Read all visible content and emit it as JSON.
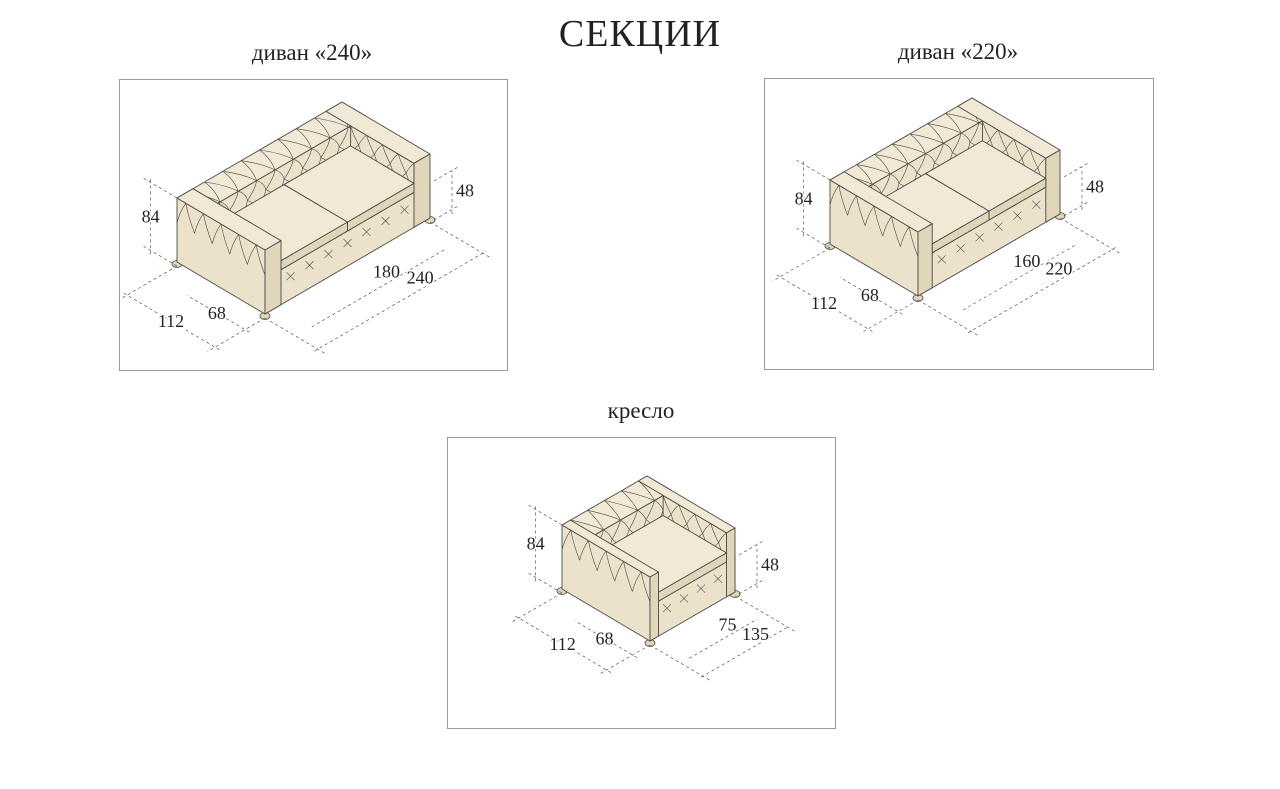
{
  "title": "СЕКЦИИ",
  "panels": [
    {
      "name": "диван «240»",
      "cushions": 2,
      "dims": {
        "height": "84",
        "seat_height": "48",
        "depth": "112",
        "seat_depth": "68",
        "seat_width": "180",
        "width": "240"
      }
    },
    {
      "name": "диван «220»",
      "cushions": 2,
      "dims": {
        "height": "84",
        "seat_height": "48",
        "depth": "112",
        "seat_depth": "68",
        "seat_width": "160",
        "width": "220"
      }
    },
    {
      "name": "кресло",
      "cushions": 1,
      "dims": {
        "height": "84",
        "seat_height": "48",
        "depth": "112",
        "seat_depth": "68",
        "seat_width": "75",
        "width": "135"
      }
    }
  ],
  "colors": {
    "upholstery": "#ece2cb",
    "upholstery_top": "#f1e9d6",
    "upholstery_side": "#e2d6ba",
    "outline": "#4a4a44",
    "dimension": "#555555",
    "frame": "#9a9a9a"
  }
}
